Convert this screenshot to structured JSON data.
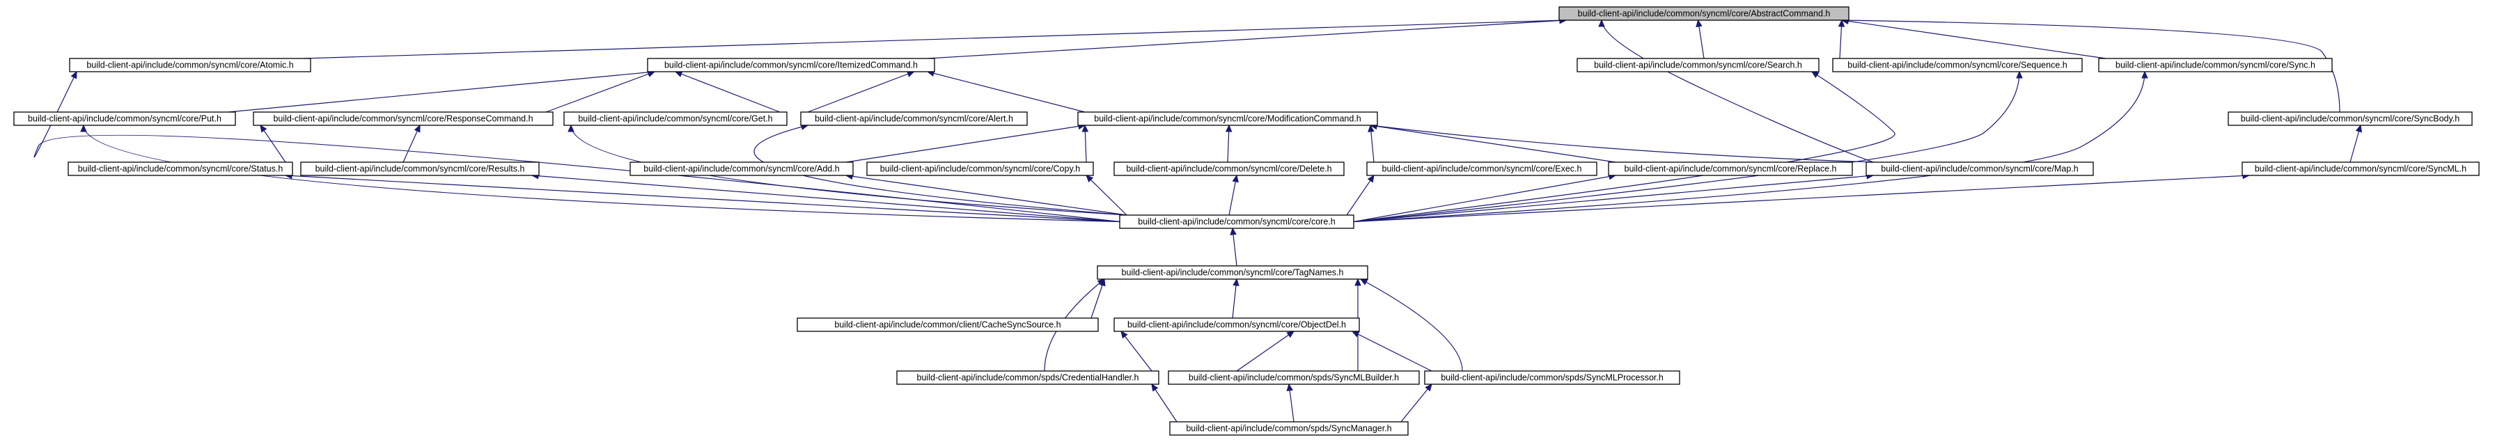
{
  "graph": {
    "nodes": [
      {
        "id": "abstractcommand",
        "label": "build-client-api/include/common/syncml/core/AbstractCommand.h",
        "root": true
      },
      {
        "id": "atomic",
        "label": "build-client-api/include/common/syncml/core/Atomic.h"
      },
      {
        "id": "itemizedcommand",
        "label": "build-client-api/include/common/syncml/core/ItemizedCommand.h"
      },
      {
        "id": "search",
        "label": "build-client-api/include/common/syncml/core/Search.h"
      },
      {
        "id": "sequence",
        "label": "build-client-api/include/common/syncml/core/Sequence.h"
      },
      {
        "id": "sync",
        "label": "build-client-api/include/common/syncml/core/Sync.h"
      },
      {
        "id": "put",
        "label": "build-client-api/include/common/syncml/core/Put.h"
      },
      {
        "id": "responsecommand",
        "label": "build-client-api/include/common/syncml/core/ResponseCommand.h"
      },
      {
        "id": "get",
        "label": "build-client-api/include/common/syncml/core/Get.h"
      },
      {
        "id": "alert",
        "label": "build-client-api/include/common/syncml/core/Alert.h"
      },
      {
        "id": "modificationcommand",
        "label": "build-client-api/include/common/syncml/core/ModificationCommand.h"
      },
      {
        "id": "syncbody",
        "label": "build-client-api/include/common/syncml/core/SyncBody.h"
      },
      {
        "id": "status",
        "label": "build-client-api/include/common/syncml/core/Status.h"
      },
      {
        "id": "results",
        "label": "build-client-api/include/common/syncml/core/Results.h"
      },
      {
        "id": "add",
        "label": "build-client-api/include/common/syncml/core/Add.h"
      },
      {
        "id": "copy",
        "label": "build-client-api/include/common/syncml/core/Copy.h"
      },
      {
        "id": "delete",
        "label": "build-client-api/include/common/syncml/core/Delete.h"
      },
      {
        "id": "exec",
        "label": "build-client-api/include/common/syncml/core/Exec.h"
      },
      {
        "id": "replace",
        "label": "build-client-api/include/common/syncml/core/Replace.h"
      },
      {
        "id": "map",
        "label": "build-client-api/include/common/syncml/core/Map.h"
      },
      {
        "id": "syncml",
        "label": "build-client-api/include/common/syncml/core/SyncML.h"
      },
      {
        "id": "core",
        "label": "build-client-api/include/common/syncml/core/core.h"
      },
      {
        "id": "tagnames",
        "label": "build-client-api/include/common/syncml/core/TagNames.h"
      },
      {
        "id": "cachesyncsource",
        "label": "build-client-api/include/common/client/CacheSyncSource.h"
      },
      {
        "id": "objectdel",
        "label": "build-client-api/include/common/syncml/core/ObjectDel.h"
      },
      {
        "id": "credentialhandler",
        "label": "build-client-api/include/common/spds/CredentialHandler.h"
      },
      {
        "id": "syncmlbuilder",
        "label": "build-client-api/include/common/spds/SyncMLBuilder.h"
      },
      {
        "id": "syncmlprocessor",
        "label": "build-client-api/include/common/spds/SyncMLProcessor.h"
      },
      {
        "id": "syncmanager",
        "label": "build-client-api/include/common/spds/SyncManager.h"
      }
    ],
    "edges": [
      {
        "from": "atomic",
        "to": "abstractcommand"
      },
      {
        "from": "itemizedcommand",
        "to": "abstractcommand"
      },
      {
        "from": "search",
        "to": "abstractcommand"
      },
      {
        "from": "sequence",
        "to": "abstractcommand"
      },
      {
        "from": "sync",
        "to": "abstractcommand"
      },
      {
        "from": "syncbody",
        "to": "abstractcommand"
      },
      {
        "from": "map",
        "to": "abstractcommand"
      },
      {
        "from": "put",
        "to": "itemizedcommand"
      },
      {
        "from": "responsecommand",
        "to": "itemizedcommand"
      },
      {
        "from": "get",
        "to": "itemizedcommand"
      },
      {
        "from": "alert",
        "to": "itemizedcommand"
      },
      {
        "from": "modificationcommand",
        "to": "itemizedcommand"
      },
      {
        "from": "status",
        "to": "responsecommand"
      },
      {
        "from": "results",
        "to": "responsecommand"
      },
      {
        "from": "add",
        "to": "modificationcommand"
      },
      {
        "from": "copy",
        "to": "modificationcommand"
      },
      {
        "from": "delete",
        "to": "modificationcommand"
      },
      {
        "from": "exec",
        "to": "modificationcommand"
      },
      {
        "from": "replace",
        "to": "modificationcommand"
      },
      {
        "from": "map",
        "to": "modificationcommand"
      },
      {
        "from": "syncml",
        "to": "syncbody"
      },
      {
        "from": "core",
        "to": "atomic"
      },
      {
        "from": "core",
        "to": "put"
      },
      {
        "from": "core",
        "to": "get"
      },
      {
        "from": "core",
        "to": "alert"
      },
      {
        "from": "core",
        "to": "status"
      },
      {
        "from": "core",
        "to": "results"
      },
      {
        "from": "core",
        "to": "add"
      },
      {
        "from": "core",
        "to": "copy"
      },
      {
        "from": "core",
        "to": "delete"
      },
      {
        "from": "core",
        "to": "exec"
      },
      {
        "from": "core",
        "to": "replace"
      },
      {
        "from": "core",
        "to": "map"
      },
      {
        "from": "core",
        "to": "search"
      },
      {
        "from": "core",
        "to": "sequence"
      },
      {
        "from": "core",
        "to": "sync"
      },
      {
        "from": "core",
        "to": "syncml"
      },
      {
        "from": "tagnames",
        "to": "core"
      },
      {
        "from": "cachesyncsource",
        "to": "tagnames"
      },
      {
        "from": "objectdel",
        "to": "tagnames"
      },
      {
        "from": "credentialhandler",
        "to": "tagnames"
      },
      {
        "from": "syncmlbuilder",
        "to": "tagnames"
      },
      {
        "from": "syncmlprocessor",
        "to": "tagnames"
      },
      {
        "from": "credentialhandler",
        "to": "objectdel"
      },
      {
        "from": "syncmlbuilder",
        "to": "objectdel"
      },
      {
        "from": "syncmlprocessor",
        "to": "objectdel"
      },
      {
        "from": "syncmanager",
        "to": "credentialhandler"
      },
      {
        "from": "syncmanager",
        "to": "syncmlbuilder"
      },
      {
        "from": "syncmanager",
        "to": "syncmlprocessor"
      }
    ]
  }
}
